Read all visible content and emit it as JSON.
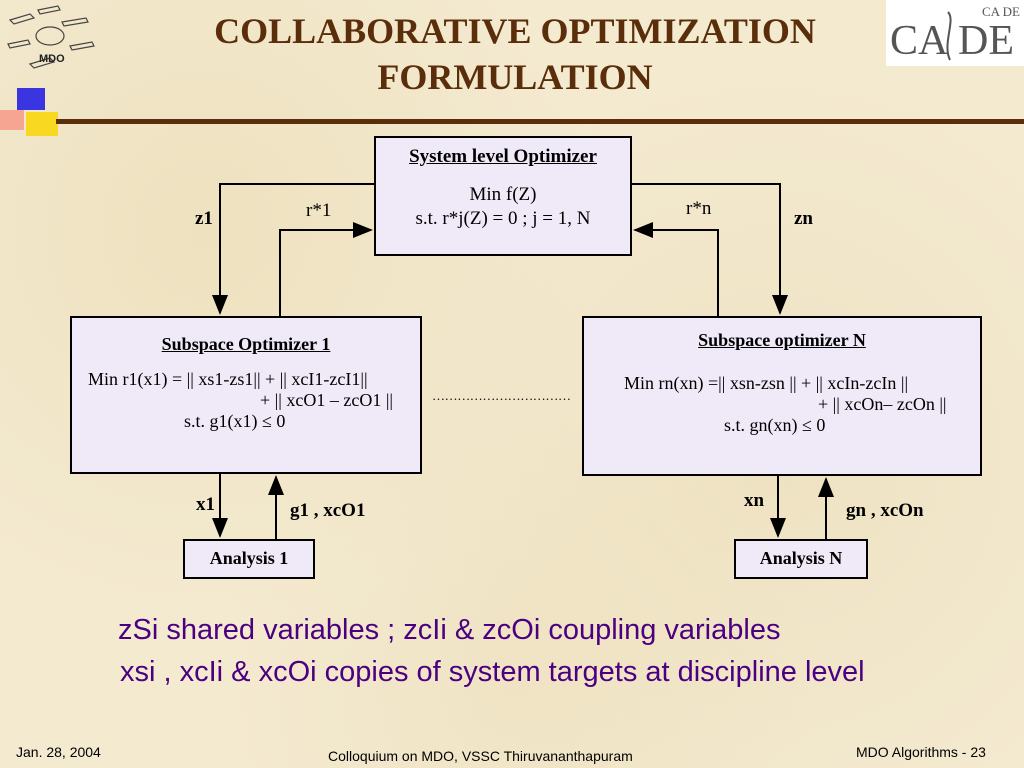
{
  "slide": {
    "title_line1": "COLLABORATIVE  OPTIMIZATION",
    "title_line2": "FORMULATION"
  },
  "logos": {
    "left_text": "MDO",
    "right_small": "CA DE",
    "right_main_a": "CA",
    "right_main_b": "DE"
  },
  "system_box": {
    "heading": "System level Optimizer",
    "line1": "Min f(Z)",
    "line2": "s.t. r*j(Z) = 0 ; j = 1, N"
  },
  "sub1_box": {
    "heading": "Subspace Optimizer 1",
    "line1": "Min r1(x1) = || xs1-zs1|| + || xcI1-zcI1||",
    "line2": "+ || xcO1 – zcO1 ||",
    "line3": "s.t. g1(x1) ≤ 0"
  },
  "subn_box": {
    "heading": "Subspace optimizer N",
    "line1": "Min rn(xn) =|| xsn-zsn || + || xcIn-zcIn ||",
    "line2": "+ || xcOn– zcOn ||",
    "line3": "s.t. gn(xn) ≤ 0"
  },
  "analysis": {
    "a1": "Analysis 1",
    "an": "Analysis N"
  },
  "labels": {
    "z1": "z1",
    "r1": "r*1",
    "rn": "r*n",
    "zn": "zn",
    "x1": "x1",
    "g1": "g1 , xcO1",
    "xn": "xn",
    "gn": "gn , xcOn",
    "dots": "……………………………"
  },
  "legend": {
    "line1": "zSi shared variables ; zcIi & zcOi coupling variables",
    "line2": "xsi , xcIi & xcOi copies of system targets at discipline level"
  },
  "footer": {
    "date": "Jan. 28, 2004",
    "center": "Colloquium on MDO, VSSC Thiruvananthapuram",
    "right_label": "MDO Algorithms - ",
    "page": "23"
  }
}
